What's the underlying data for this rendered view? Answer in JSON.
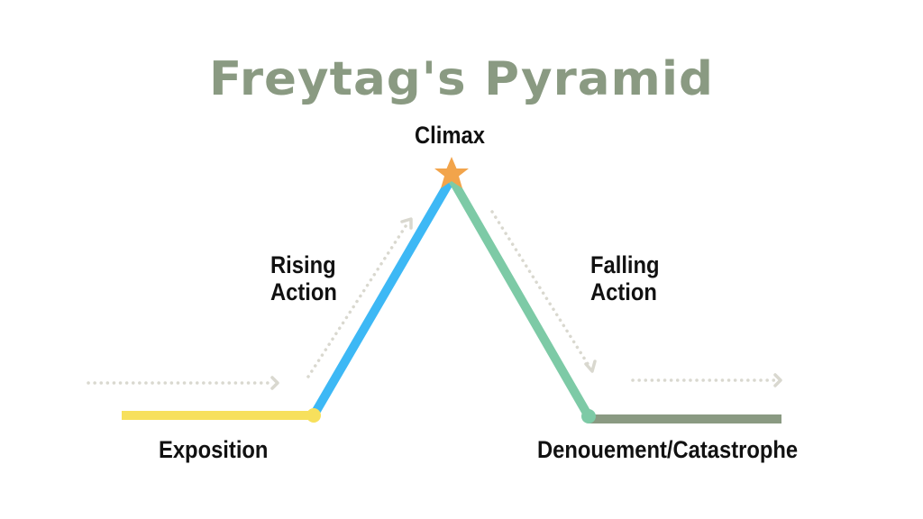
{
  "title": "Freytag's Pyramid",
  "labels": {
    "climax": "Climax",
    "rising_line1": "Rising",
    "rising_line2": "Action",
    "falling_line1": "Falling",
    "falling_line2": "Action",
    "exposition": "Exposition",
    "denouement": "Denouement/Catastrophe"
  },
  "stages": [
    {
      "name": "Exposition",
      "color": "#f7e05c"
    },
    {
      "name": "Rising Action",
      "color": "#3db8f5"
    },
    {
      "name": "Climax",
      "color": "#f2a44b",
      "marker": "star-icon"
    },
    {
      "name": "Falling Action",
      "color": "#7dcaa6"
    },
    {
      "name": "Denouement/Catastrophe",
      "color": "#8a9a82"
    }
  ],
  "colors": {
    "title": "#8a9a82",
    "arrows": "#d9d8cf",
    "text": "#111111"
  }
}
